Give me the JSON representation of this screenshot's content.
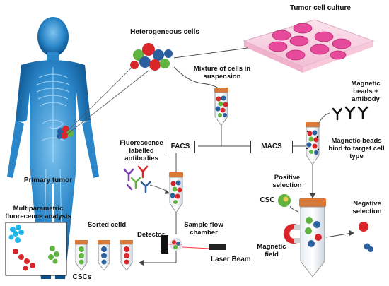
{
  "labels": {
    "tumor_culture": "Tumor cell culture",
    "heterogeneous": "Heterogeneous cells",
    "mixture": "Mixture of cells in suspension",
    "magnetic_beads": "Magnetic beads + antibody",
    "facs": "FACS",
    "macs": "MACS",
    "fluor_antibodies": "Fluorescence labelled antibodies",
    "primary_tumor": "Primary tumor",
    "bind_target": "Magnetic beads bind to target cell type",
    "positive_selection": "Positive selection",
    "csc_single": "CSC",
    "negative_selection": "Negative selection",
    "multiparametric": "Multiparametric fluorecence analysis",
    "sorted": "Sorted celld",
    "detector": "Detector",
    "flow_chamber": "Sample flow chamber",
    "laser": "Laser Beam",
    "magnetic_field": "Magnetic field",
    "cscs": "CSCs"
  },
  "colors": {
    "body_blue": "#2a86c8",
    "cell_red": "#d8262a",
    "cell_green": "#5fb33e",
    "cell_blue": "#2c5f9e",
    "culture_pink": "#e84a9b",
    "tube_cap": "#d97a3a",
    "analysis_cyan": "#22b5e8"
  }
}
